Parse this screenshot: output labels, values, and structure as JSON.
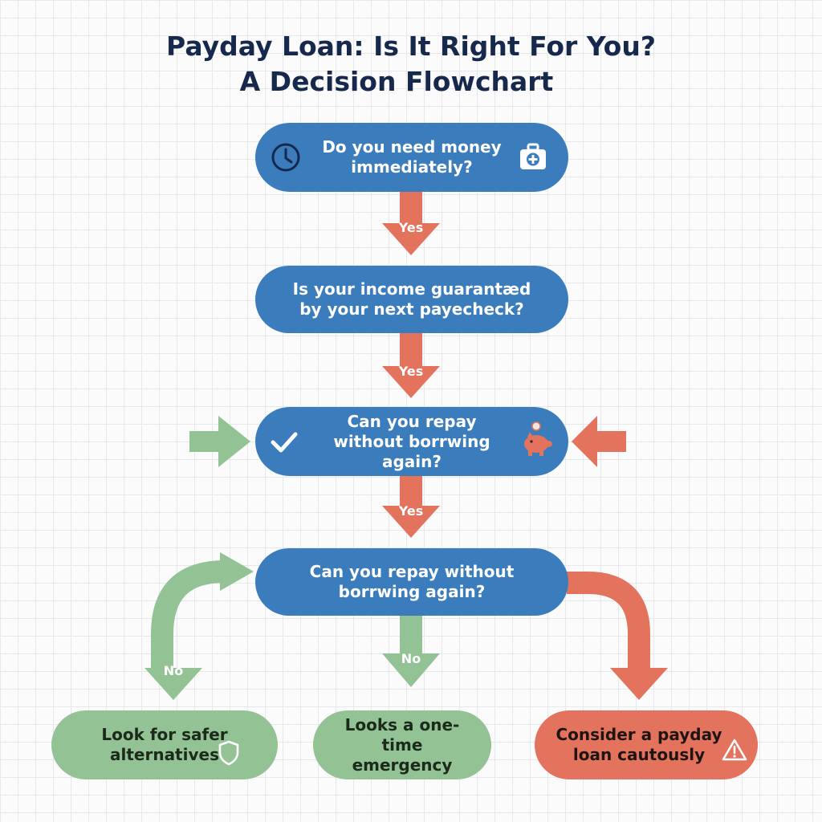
{
  "header": {
    "title_line1": "Payday Loan: Is It Right For You?",
    "title_line2": "A Decision Flowchart"
  },
  "nodes": {
    "q1": {
      "text": "Do you need money\nimmediately?",
      "icon_left": "clock-icon",
      "icon_right": "first-aid-kit-icon"
    },
    "q2": {
      "text": "Is your income guarantæd\nby your next payecheck?"
    },
    "q3": {
      "text": "Can you repay\nwithout borrwing again?",
      "icon_left": "checkmark-icon",
      "icon_right": "piggy-bank-icon"
    },
    "q4": {
      "text": "Can you repay without\nborrwing again?"
    },
    "o1": {
      "text": "Look for safer\nalternatives",
      "icon": "shield-icon"
    },
    "o2": {
      "text": "Looks a one-time\nemergency"
    },
    "o3": {
      "text": "Consider a payday\nloan cautously",
      "icon": "warning-icon"
    }
  },
  "arrows": {
    "yes1": "Yes",
    "yes2": "Yes",
    "yes3": "Yes",
    "no_left": "No",
    "no_center": "No"
  },
  "colors": {
    "title": "#16294d",
    "question": "#3a7cbc",
    "safe": "#93c295",
    "caution": "#e4735e"
  }
}
